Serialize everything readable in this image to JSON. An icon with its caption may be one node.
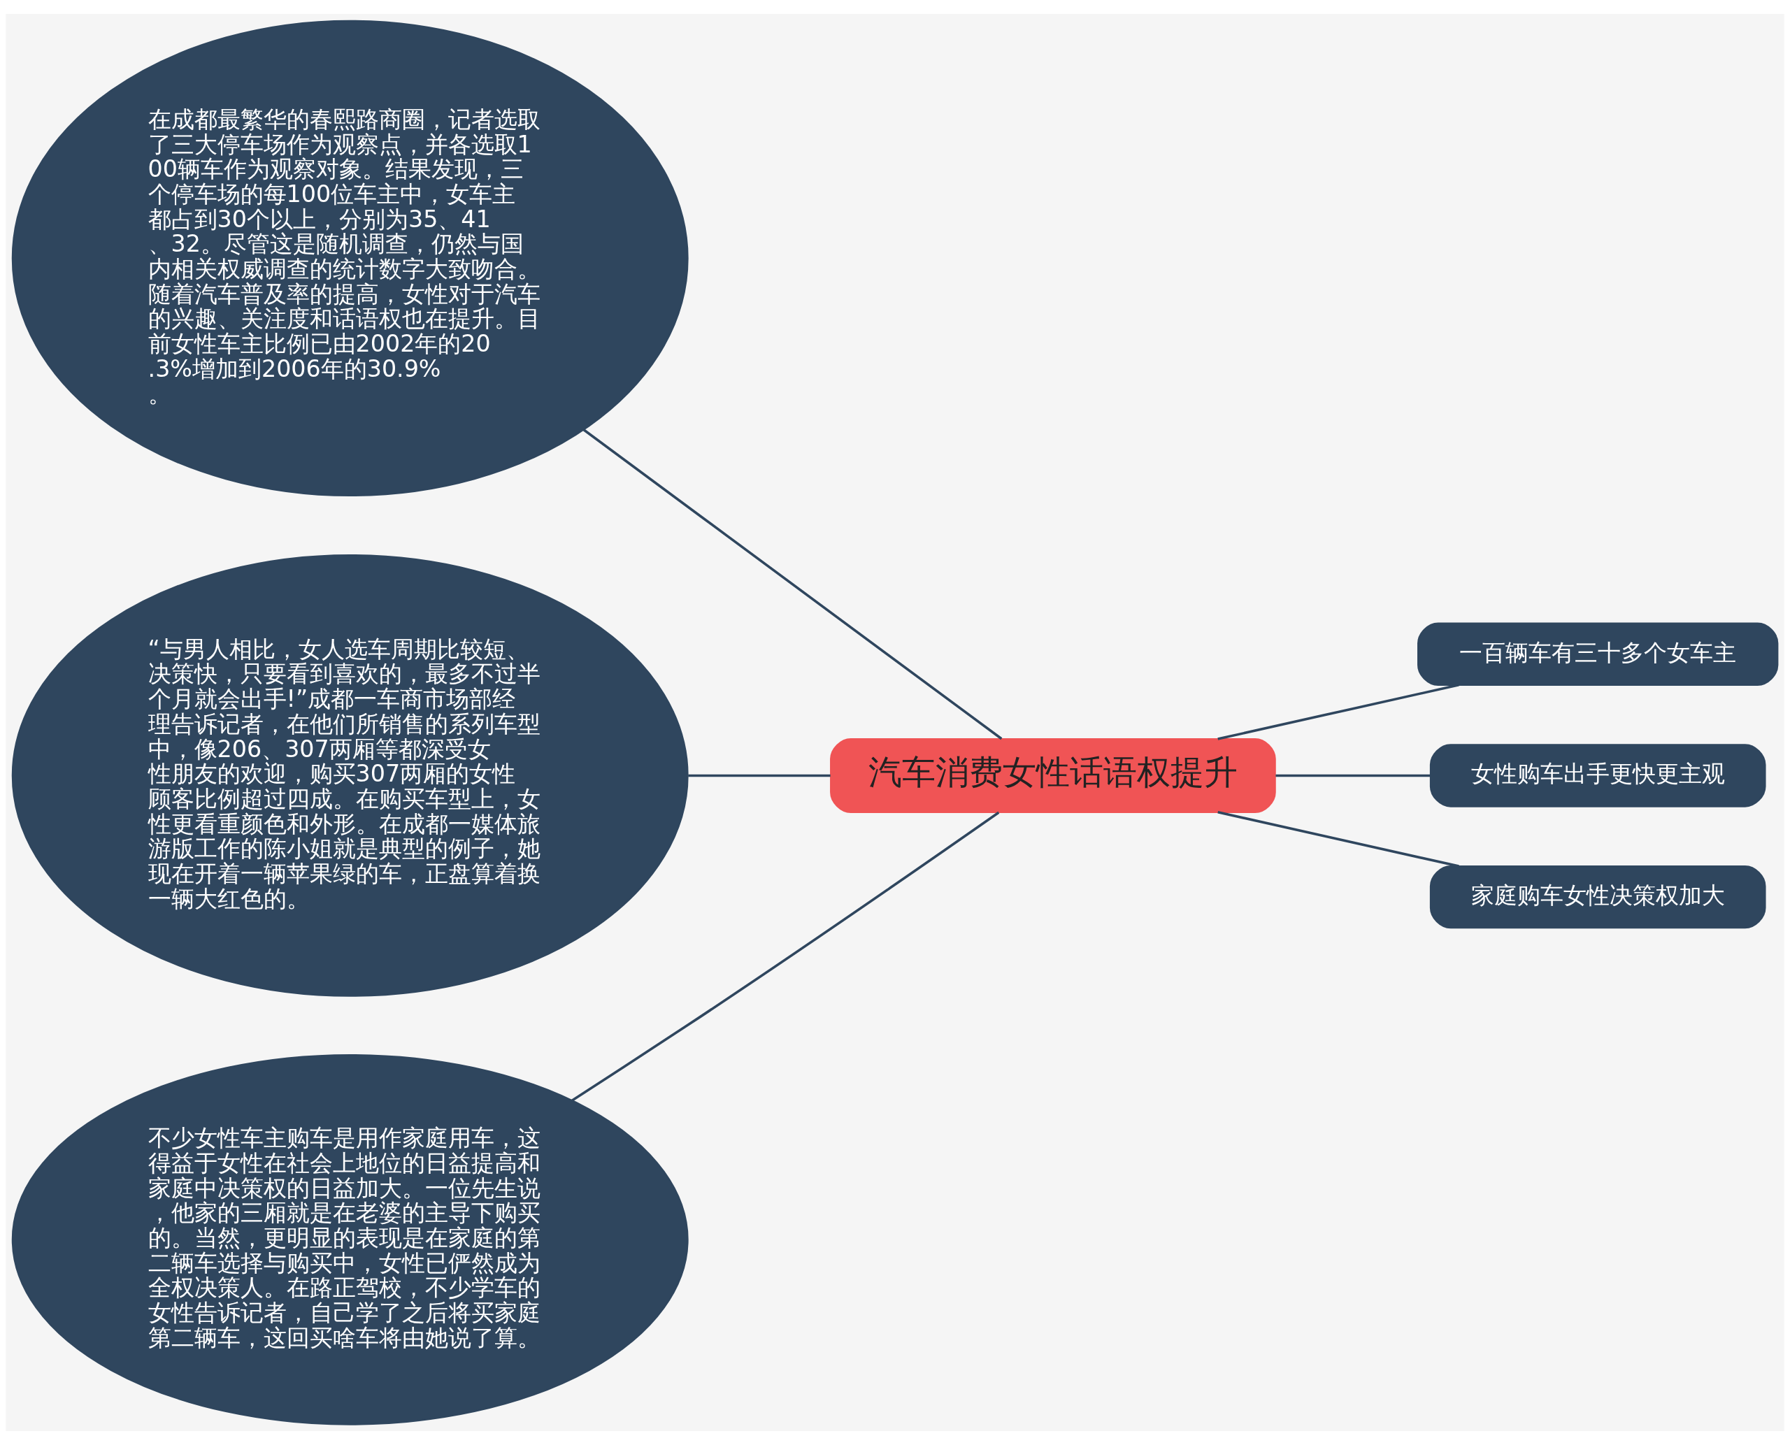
{
  "diagram": {
    "nodes": [
      {
        "text": [
          "汽车消费女性话语权提升"
        ]
      },
      {
        "text": [
          "一百辆车有三十多个女车主"
        ]
      },
      {
        "text": [
          "女性购车出手更快更主观"
        ]
      },
      {
        "text": [
          "家庭购车女性决策权加大"
        ]
      },
      {
        "text": [
          "在成都最繁华的春熙路商圈，记者选取了三大停车场作为观察点，并各选取100辆车作为观察对象。结果发现，三个停车场的每100位车主中，女车主都占到30个以上，分别为35、41、32。尽管这是随机调查，仍然与国内相关权威调查的统计数字大致吻合。随着汽车普及率的提高，女性对于汽车的兴趣、关注度和话语权也在提升。目前女性车主比例已由2002年的20.3%增加到2006年的30.9%。"
        ]
      },
      {
        "text": [
          "“与男人相比，女人选车周期比较短、决策快，只要看到喜欢的，最多不过半个月就会出手!”成都一车商市场部经理告诉记者，在他们所销售的系列车型中，像206、307两厢等都深受女性朋友的欢迎，购买307两厢的女性顾客比例超过四成。在购买车型上，女性更看重颜色和外形。在成都一媒体旅游版工作的陈小姐就是典型的例子，她现在开着一辆苹果绿的车，正盘算着换一辆大红色的。"
        ]
      },
      {
        "text": [
          "不少女性车主购车是用作家庭用车，这得益于女性在社会上地位的日益提高和家庭中决策权的日益加大。一位先生说，他家的三厢就是在老婆的主导下购买的。当然，更明显的表现是在家庭的第二辆车选择与购买中，女性已俨然成为全权决策人。在路正驾校，不少学车的女性告诉记者，自己学了之后将买家庭第二辆车，这回买啥车将由她说了算。"
        ]
      }
    ],
    "edges": [
      {
        "from": 4,
        "to": 0,
        "arrow": "none"
      },
      {
        "from": 5,
        "to": 0,
        "arrow": "none"
      },
      {
        "from": 6,
        "to": 0,
        "arrow": "none"
      },
      {
        "from": 0,
        "to": 1,
        "arrow": "none"
      },
      {
        "from": 0,
        "to": 2,
        "arrow": "none"
      },
      {
        "from": 0,
        "to": 3,
        "arrow": "none"
      }
    ]
  }
}
